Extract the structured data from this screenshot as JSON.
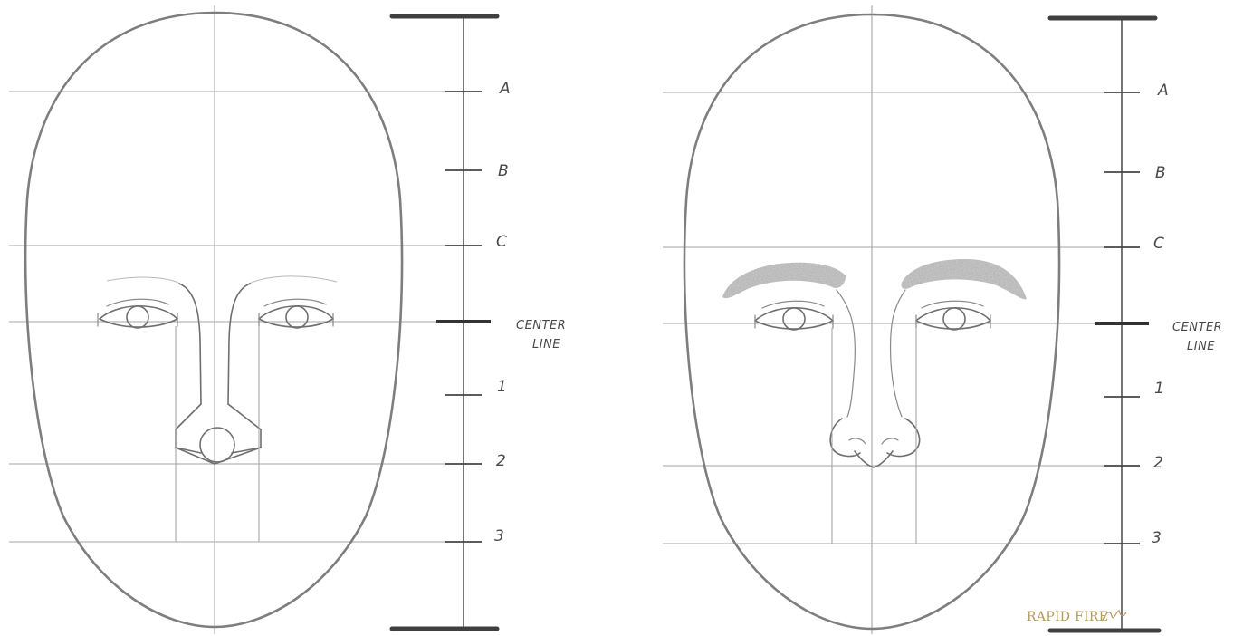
{
  "colors": {
    "paper": "#ffffff",
    "pencil_outline": "#7e7e7e",
    "guide_line": "#a6a6a6",
    "ruler": "#444444",
    "brow_shade": "#7a7a7a",
    "brand": "#b59a5e"
  },
  "panels": [
    {
      "name": "left-face-drawing",
      "stage": "construction with nose and eyes",
      "ruler_labels": {
        "a": "A",
        "b": "B",
        "c": "C",
        "center_line": [
          "CENTER",
          "LINE"
        ],
        "one": "1",
        "two": "2",
        "three": "3"
      }
    },
    {
      "name": "right-face-drawing",
      "stage": "refined nose with shaded eyebrows",
      "ruler_labels": {
        "a": "A",
        "b": "B",
        "c": "C",
        "center_line": [
          "CENTER",
          "LINE"
        ],
        "one": "1",
        "two": "2",
        "three": "3"
      }
    }
  ],
  "watermark": {
    "text": "RAPID FIRE",
    "icon": "art-signature-icon"
  }
}
